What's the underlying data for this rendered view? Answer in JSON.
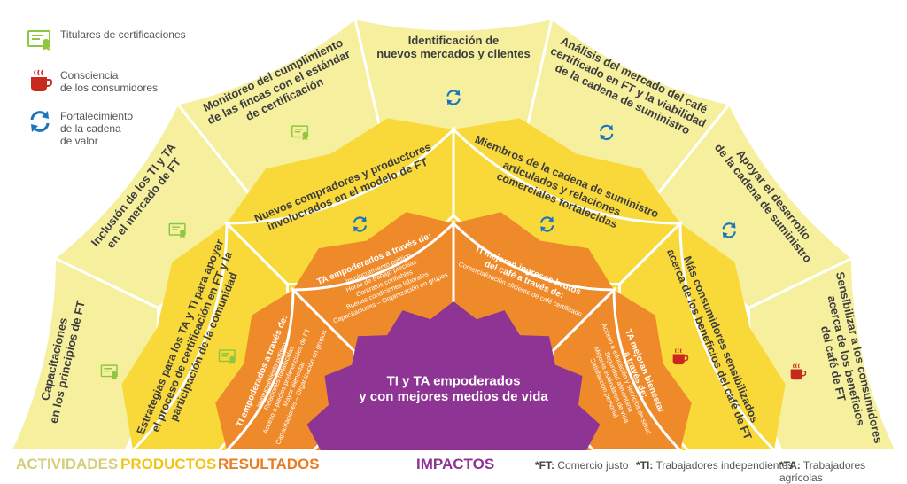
{
  "legend": [
    {
      "icon": "certificate-icon",
      "label": "Titulares de certificaciones"
    },
    {
      "icon": "coffee-cup-icon",
      "label": "Consciencia\nde los consumidores"
    },
    {
      "icon": "cycle-arrows-icon",
      "label": "Fortalecimiento\nde la cadena\nde valor"
    }
  ],
  "activities": [
    {
      "text": "Capacitaciones\nen los principios de FT",
      "icon": "certificate-icon"
    },
    {
      "text": "Inclusión de los TI y TA\nen el mercado de FT",
      "icon": "certificate-icon"
    },
    {
      "text": "Monitoreo del cumplimiento\nde las fincas con el estándar\nde certificación",
      "icon": "certificate-icon"
    },
    {
      "text": "Identificación de\nnuevos mercados y clientes",
      "icon": "cycle-arrows-icon"
    },
    {
      "text": "Análisis del mercado del café\ncertificado en FT y la viabilidad\nde la cadena de suministro",
      "icon": "cycle-arrows-icon"
    },
    {
      "text": "Apoyar el desarrollo\nde la cadena de suministro",
      "icon": "cycle-arrows-icon"
    },
    {
      "text": "Sensibilizar a los consumidores\nacerca de los beneficios\ndel café de FT",
      "icon": "coffee-cup-icon"
    }
  ],
  "products": [
    {
      "text": "Estrategias para los TA y TI para apoyar\nel proceso de certificación en FT y la\nparticipación de la comunidad",
      "icon": "certificate-icon"
    },
    {
      "text": "Nuevos compradores y productores\ninvolucrados en el modelo de FT",
      "icon": "cycle-arrows-icon"
    },
    {
      "text": "Miembros de la cadena de suministro\narticulados y relaciones\ncomerciales fortalecidas",
      "icon": "cycle-arrows-icon"
    },
    {
      "text": "Más consumidores sensibilizados\nacerca de los beneficios del café de FT",
      "icon": "coffee-cup-icon"
    }
  ],
  "results": [
    {
      "title": "TI empoderados a través de:",
      "items": [
        "Involucramiento político",
        "Relaciones fortalecidas",
        "Acceso a precios preferenciales de FT",
        "Mayor bienestar",
        "Capacitaciones – Organización en grupos"
      ]
    },
    {
      "title": "TA empoderados a través de:",
      "items": [
        "Involucramiento político",
        "Horas de trabajo precisas",
        "Contratos confiables",
        "Buenas condiciones laborales",
        "Capacitaciones – Organización en grupos"
      ]
    },
    {
      "title": "TI mejoran ingresos brutos\ndel café a través de:",
      "items": [
        "Comercialización eficiente de café certificado"
      ]
    },
    {
      "title": "TA mejoran bienestar\na través de:",
      "items": [
        "Acceso a educación y servicios de salud",
        "Seguridad alimentaria",
        "Mejores estándares de vida",
        "Satisfacción personal"
      ]
    }
  ],
  "impact": {
    "text": "TI y TA empoderados\ny con mejores medios de vida"
  },
  "footer": {
    "activities": "ACTIVIDADES",
    "products": "PRODUCTOS",
    "results": "RESULTADOS",
    "impacts": "IMPACTOS",
    "notes": [
      {
        "key": "*FT:",
        "value": " Comercio justo"
      },
      {
        "key": "*TI:",
        "value": " Trabajadores independientes"
      },
      {
        "key": "*TA:",
        "value": " Trabajadores agrícolas"
      }
    ]
  },
  "colors": {
    "activities": "#f6ef9e",
    "products": "#f9d939",
    "results": "#ef8a2a",
    "impacts": "#8e3495",
    "activities_label": "#d6cf7a",
    "products_label": "#f4c414",
    "results_label": "#e87d21",
    "impacts_label": "#8e3495",
    "icon_green": "#8dc63f",
    "icon_blue": "#1b75bc",
    "icon_red": "#c8281e"
  }
}
